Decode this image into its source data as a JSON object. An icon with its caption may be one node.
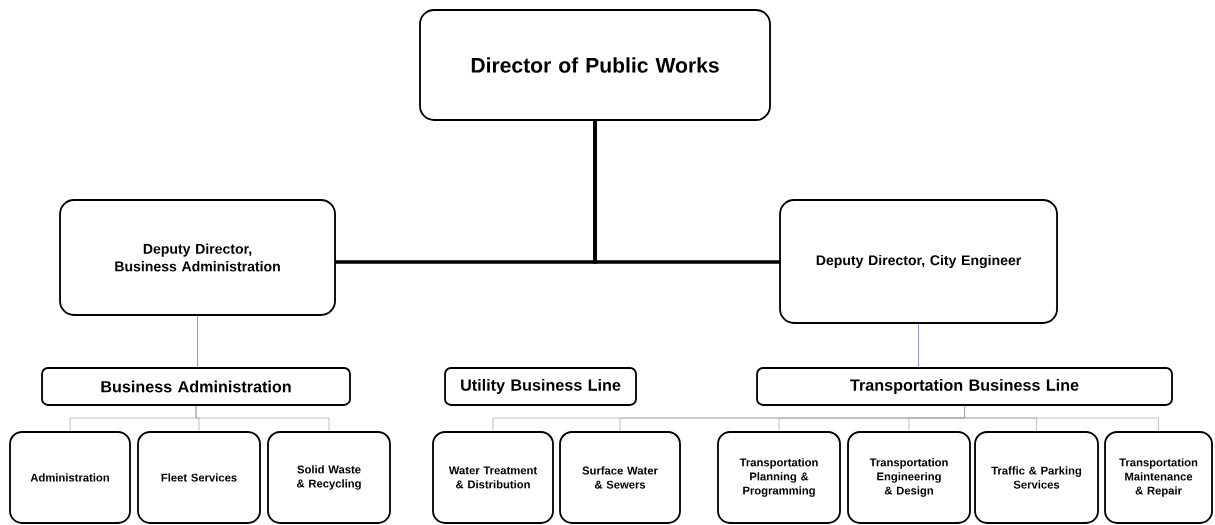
{
  "diagram": {
    "nodes": [
      {
        "text": [
          "Director of Public Works"
        ]
      },
      {
        "text": [
          "Deputy Director, Business Administration"
        ]
      },
      {
        "text": [
          "Deputy Director, City Engineer"
        ]
      },
      {
        "text": [
          "Business Administration"
        ]
      },
      {
        "text": [
          "Utility Business Line"
        ]
      },
      {
        "text": [
          "Transportation Business Line"
        ]
      },
      {
        "text": [
          "Administration"
        ]
      },
      {
        "text": [
          "Fleet Services"
        ]
      },
      {
        "text": [
          "Solid Waste & Recycling"
        ]
      },
      {
        "text": [
          "Water Treatment & Distribution"
        ]
      },
      {
        "text": [
          "Surface Water & Sewers"
        ]
      },
      {
        "text": [
          "Transportation Planning & Programming"
        ]
      },
      {
        "text": [
          "Transportation Engineering & Design"
        ]
      },
      {
        "text": [
          "Traffic & Parking Services"
        ]
      },
      {
        "text": [
          "Transportation Maintenance & Repair"
        ]
      }
    ],
    "edges": [
      {
        "from": 0,
        "to": 1,
        "arrow": "none",
        "style": "thick",
        "color": "#000000"
      },
      {
        "from": 0,
        "to": 2,
        "arrow": "none",
        "style": "thick",
        "color": "#000000"
      },
      {
        "from": 1,
        "to": 3,
        "arrow": "none",
        "color": "#6b6bc4"
      },
      {
        "from": 2,
        "to": 5,
        "arrow": "none",
        "color": "#6b6bc4"
      },
      {
        "from": 3,
        "to": 6,
        "arrow": "none"
      },
      {
        "from": 3,
        "to": 7,
        "arrow": "none"
      },
      {
        "from": 3,
        "to": 8,
        "arrow": "none"
      },
      {
        "from": 5,
        "to": 9,
        "arrow": "none"
      },
      {
        "from": 5,
        "to": 10,
        "arrow": "none"
      },
      {
        "from": 5,
        "to": 11,
        "arrow": "none"
      },
      {
        "from": 5,
        "to": 12,
        "arrow": "none"
      },
      {
        "from": 5,
        "to": 13,
        "arrow": "none"
      },
      {
        "from": 5,
        "to": 14,
        "arrow": "none"
      }
    ]
  }
}
